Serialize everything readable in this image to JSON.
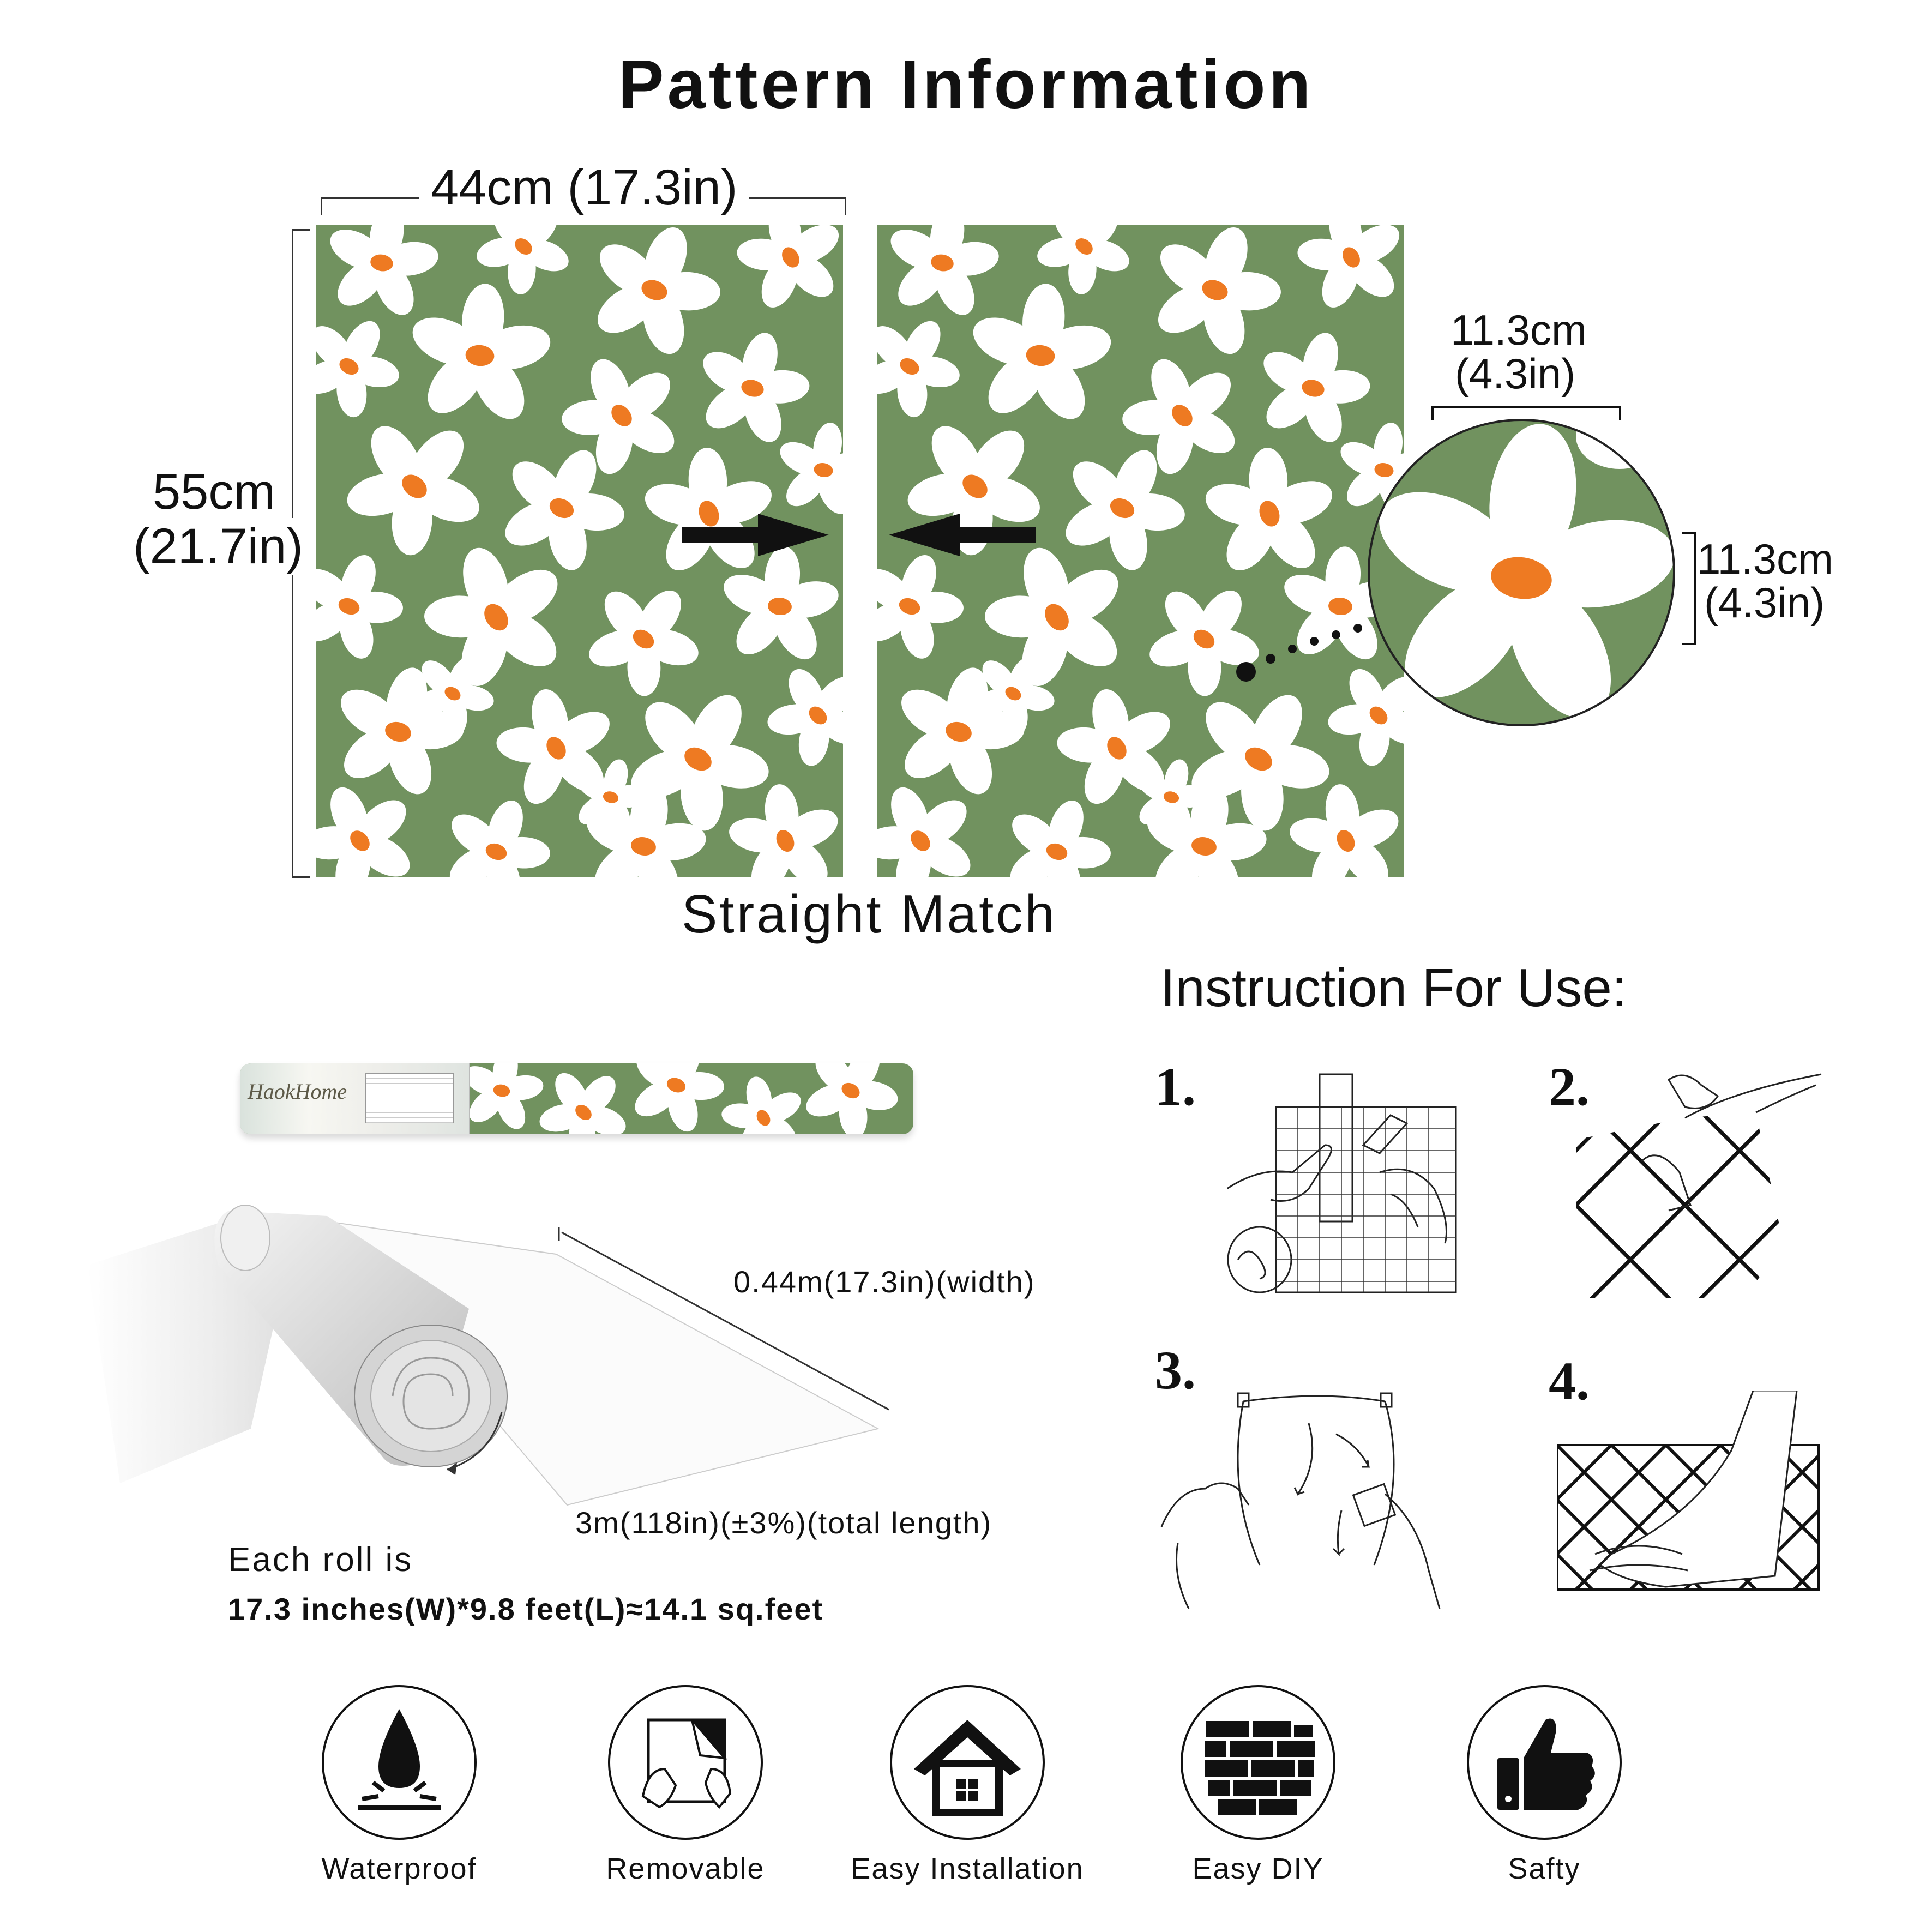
{
  "title": "Pattern Information",
  "dimensions": {
    "width": "44cm (17.3in)",
    "height_cm": "55cm",
    "height_in": "(21.7in)",
    "repeat_w_cm": "11.3cm",
    "repeat_w_in": "(4.3in)",
    "repeat_h_cm": "11.3cm",
    "repeat_h_in": "(4.3in)"
  },
  "match_type": "Straight Match",
  "instructions": {
    "heading": "Instruction For Use:",
    "steps": [
      "1.",
      "2.",
      "3.",
      "4."
    ]
  },
  "roll": {
    "brand": "HaokHome",
    "width_label": "0.44m(17.3in)(width)",
    "length_label": "3m(118in)(±3%)(total length)",
    "summary_line1": "Each roll is",
    "summary_line2": "17.3 inches(W)*9.8 feet(L)≈14.1 sq.feet"
  },
  "features": [
    {
      "label": "Waterproof",
      "icon": "water-drop-icon"
    },
    {
      "label": "Removable",
      "icon": "peel-icon"
    },
    {
      "label": "Easy Installation",
      "icon": "house-icon"
    },
    {
      "label": "Easy DIY",
      "icon": "brick-wall-icon"
    },
    {
      "label": "Safty",
      "icon": "thumbs-up-icon"
    }
  ],
  "colors": {
    "pattern_background": "#71925f",
    "petal": "#ffffff",
    "flower_center": "#ee7a22",
    "text": "#111111"
  }
}
